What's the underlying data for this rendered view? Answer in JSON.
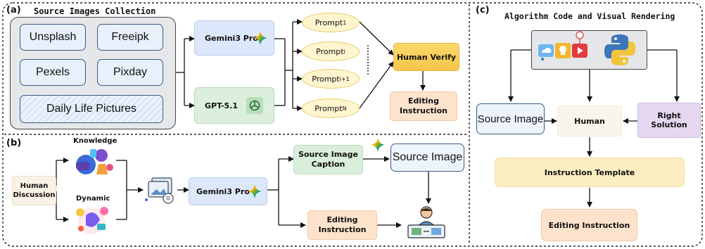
{
  "panel_a": {
    "tag": "(a)",
    "title": "Source Images Collection",
    "sources": [
      "Unsplash",
      "Freeipk",
      "Pexels",
      "Pixday",
      "Daily Life Pictures"
    ],
    "model_1": "Gemini3 Pro",
    "model_2": "GPT-5.1",
    "prompts": [
      {
        "base": "Prompt",
        "sub": "1"
      },
      {
        "base": "Prompt",
        "sub": "i"
      },
      {
        "base": "Prompt",
        "sub": "i+1"
      },
      {
        "base": "Prompt",
        "sub": "N"
      }
    ],
    "verify": "Human Verify",
    "output": "Editing Instruction"
  },
  "panel_b": {
    "tag": "(b)",
    "discussion": "Human Discussion",
    "knowledge": "Knowledge",
    "dynamic": "Dynamic",
    "model": "Gemini3 Pro",
    "caption": "Source Image Caption",
    "source_image": "Source Image",
    "instruction": "Editing Instruction"
  },
  "panel_c": {
    "tag": "(c)",
    "title": "Algorithm Code and Visual Rendering",
    "source_image": "Source Image",
    "human": "Human",
    "right_solution": "Right Solution",
    "template": "Instruction Template",
    "instruction": "Editing Instruction"
  },
  "colors": {
    "gemini_box": "#dce7fb",
    "gpt_box": "#dcefdc",
    "verify_box": "#fbd86a",
    "instruction_box": "#fde3cc",
    "caption_box": "#d8eeda",
    "human_box": "#faf5ec",
    "right_solution_box": "#e4d7ef",
    "template_box": "#fdedc2"
  }
}
